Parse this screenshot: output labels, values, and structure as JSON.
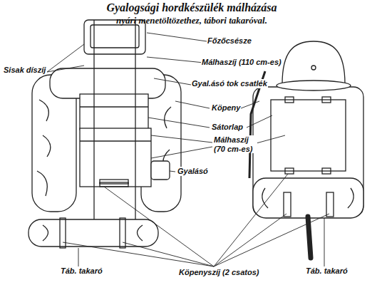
{
  "diagram": {
    "title": "Gyalogsági hordkészülék málházása",
    "labels": [
      "nyári menetöltözethez, tábori takaróval.",
      "Sisak díszíj",
      "Főzőcsésze",
      "Málhaszíj (110 cm-es)",
      "Gyal.ásó tok csatlék",
      "Köpeny",
      "Sátorlap",
      "Málhaszíj (70 cm-es)",
      "Gyalásó",
      "Táb. takaró",
      "Köpenyszíj (2 csatos)",
      "Táb. takaró"
    ]
  }
}
